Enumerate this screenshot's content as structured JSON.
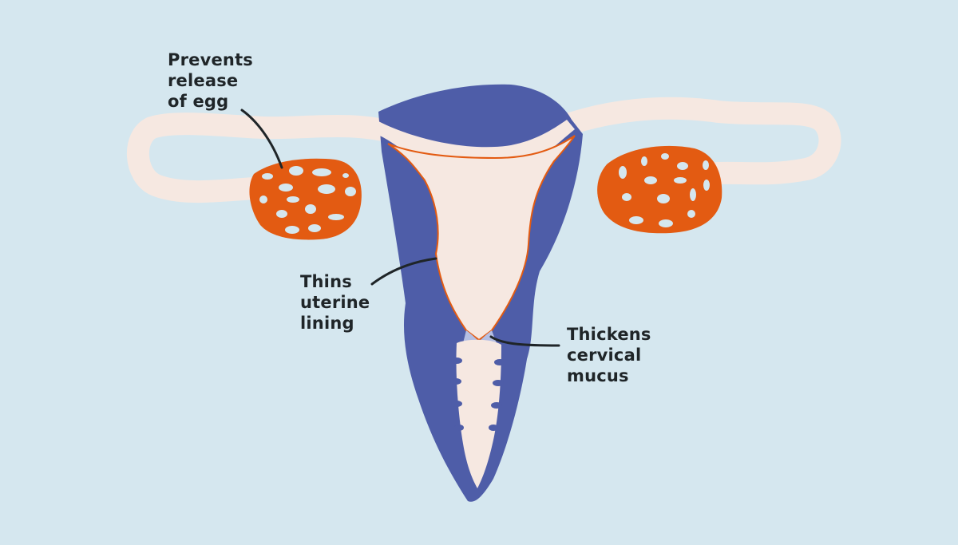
{
  "diagram": {
    "subject": "uterus-and-ovaries",
    "colors": {
      "background": "#d5e7ef",
      "uterus_wall": "#4e5da8",
      "lining": "#f6e8e1",
      "ovary": "#e35b12",
      "ovary_spots": "#d5e7ef",
      "cervix_mucus": "#b5bfe3",
      "leader_line": "#1f2528",
      "text": "#1f2528"
    },
    "labels": [
      {
        "id": "ovary-left",
        "lines": [
          "Prevents",
          "release",
          "of egg"
        ]
      },
      {
        "id": "uterine-lining",
        "lines": [
          "Thins",
          "uterine",
          "lining"
        ]
      },
      {
        "id": "cervix",
        "lines": [
          "Thickens",
          "cervical",
          "mucus"
        ]
      }
    ]
  }
}
